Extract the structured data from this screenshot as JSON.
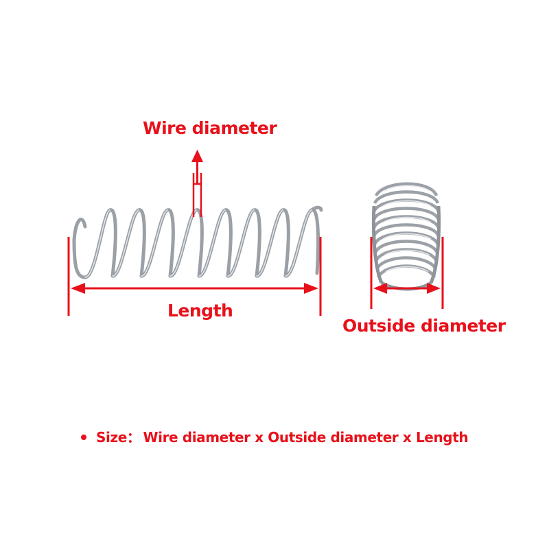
{
  "labels": {
    "wire_diameter": "Wire diameter",
    "length": "Length",
    "outside_diameter": "Outside diameter"
  },
  "size_line": {
    "prefix": "Size：",
    "formula": "Wire diameter x Outside diameter x Length"
  },
  "colors": {
    "annotation_red": "#e8101a",
    "spring_steel": "#a9aeb4",
    "background": "#ffffff"
  }
}
